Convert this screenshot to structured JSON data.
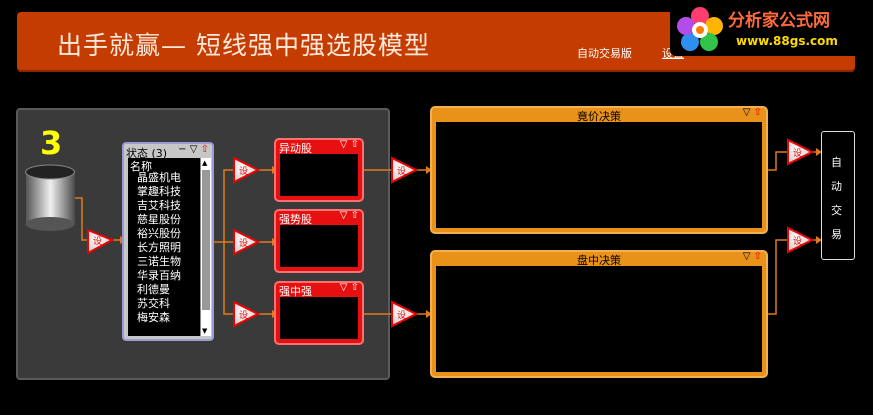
{
  "header": {
    "title": "出手就赢— 短线强中强选股模型",
    "mode_label": "自动交易版",
    "settings_link": "设置"
  },
  "logo": {
    "name": "分析家公式网",
    "url": "www.88gs.com"
  },
  "stage": {
    "number": "3"
  },
  "stock_panel": {
    "header": "状态 (3)",
    "column": "名称",
    "rows": [
      "晶盛机电",
      "掌趣科技",
      "吉艾科技",
      "慈星股份",
      "裕兴股份",
      "长方照明",
      "三诺生物",
      "华录百纳",
      "利德曼",
      "苏交科",
      "梅安森"
    ]
  },
  "filters": [
    {
      "title": "异动股"
    },
    {
      "title": "强势股"
    },
    {
      "title": "强中强"
    }
  ],
  "decisions": [
    {
      "title": "竟价决策"
    },
    {
      "title": "盘中决策"
    }
  ],
  "auto_trade": {
    "chars": [
      "自",
      "动",
      "交",
      "易"
    ]
  },
  "setting_label": "设"
}
